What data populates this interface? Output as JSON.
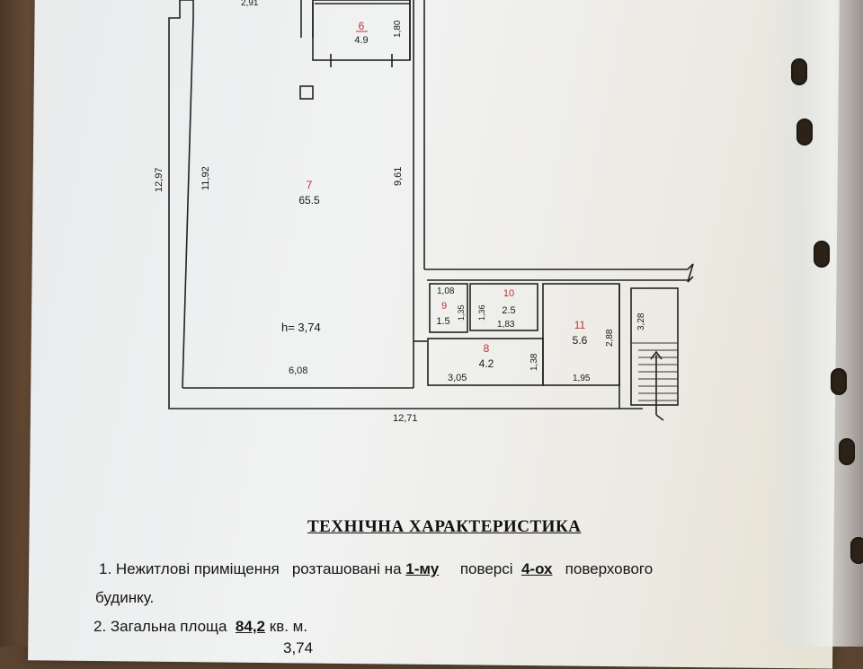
{
  "plan": {
    "rooms": [
      {
        "number": "6",
        "area": "4.9"
      },
      {
        "number": "7",
        "area": "65.5"
      },
      {
        "number": "8",
        "area": "4.2"
      },
      {
        "number": "9",
        "area": "1.5"
      },
      {
        "number": "10",
        "area": "2.5"
      },
      {
        "number": "11",
        "area": "5.6"
      }
    ],
    "dimensions": {
      "top_partial": "2,91",
      "room6_side": "1,80",
      "outer_left": "12,97",
      "inner_left": "11,92",
      "room7_right": "9,61",
      "room7_bottom": "6,08",
      "outer_bottom": "12,71",
      "room9_top": "1,08",
      "room9_side": "1,35",
      "room10_left": "1,36",
      "room10_bottom": "1,83",
      "room8_bottom": "3,05",
      "room8_side": "1,38",
      "room11_side": "2,88",
      "room11_bottom": "1,95",
      "stair_side": "3,28"
    },
    "height_label": "h= 3,74"
  },
  "document": {
    "heading": "ТЕХНІЧНА ХАРАКТЕРИСТИКА",
    "line1": {
      "a": "1. Нежитлові приміщення",
      "b": "розташовані на",
      "floor": "1-му",
      "c": "поверсі",
      "storeys": "4-ох",
      "d": "поверхового"
    },
    "line1_cont": "будинку.",
    "line2": {
      "a": "2. Загальна площа",
      "area": "84,2",
      "b": "кв. м."
    },
    "line3_partial": "3,74"
  }
}
